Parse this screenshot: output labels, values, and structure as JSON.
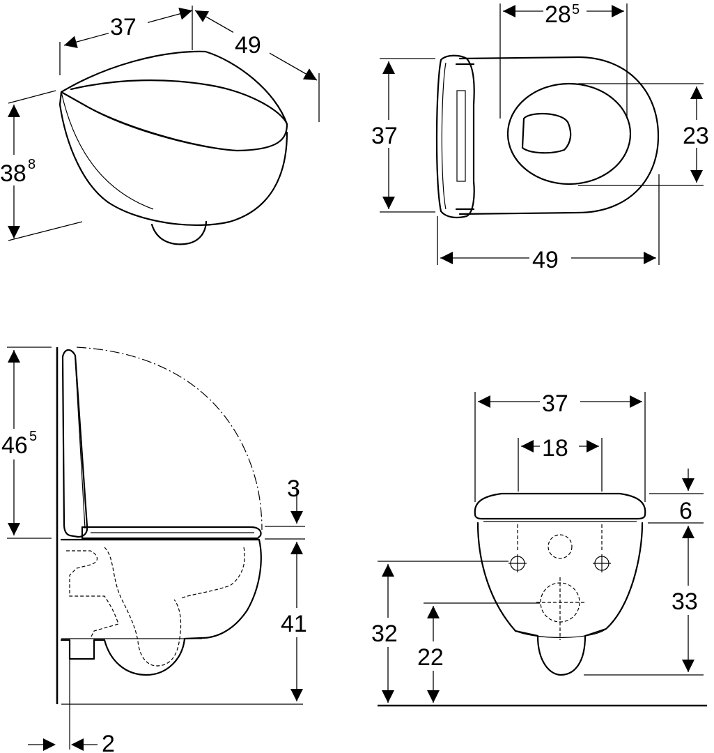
{
  "perspective_view": {
    "width": "37",
    "depth": "49",
    "height_main": "38",
    "height_sup": "8"
  },
  "top_view": {
    "seat_opening_width_main": "28",
    "seat_opening_width_sup": "5",
    "overall_width": "37",
    "opening_length": "23",
    "overall_length": "49"
  },
  "side_view": {
    "lid_open_height_main": "46",
    "lid_open_height_sup": "5",
    "seat_thickness": "3",
    "rim_height": "41",
    "wall_gap": "2"
  },
  "front_view": {
    "overall_width": "37",
    "fixing_spacing": "18",
    "seat_thickness": "6",
    "bowl_height": "33",
    "fixing_height": "32",
    "outlet_height": "22"
  }
}
